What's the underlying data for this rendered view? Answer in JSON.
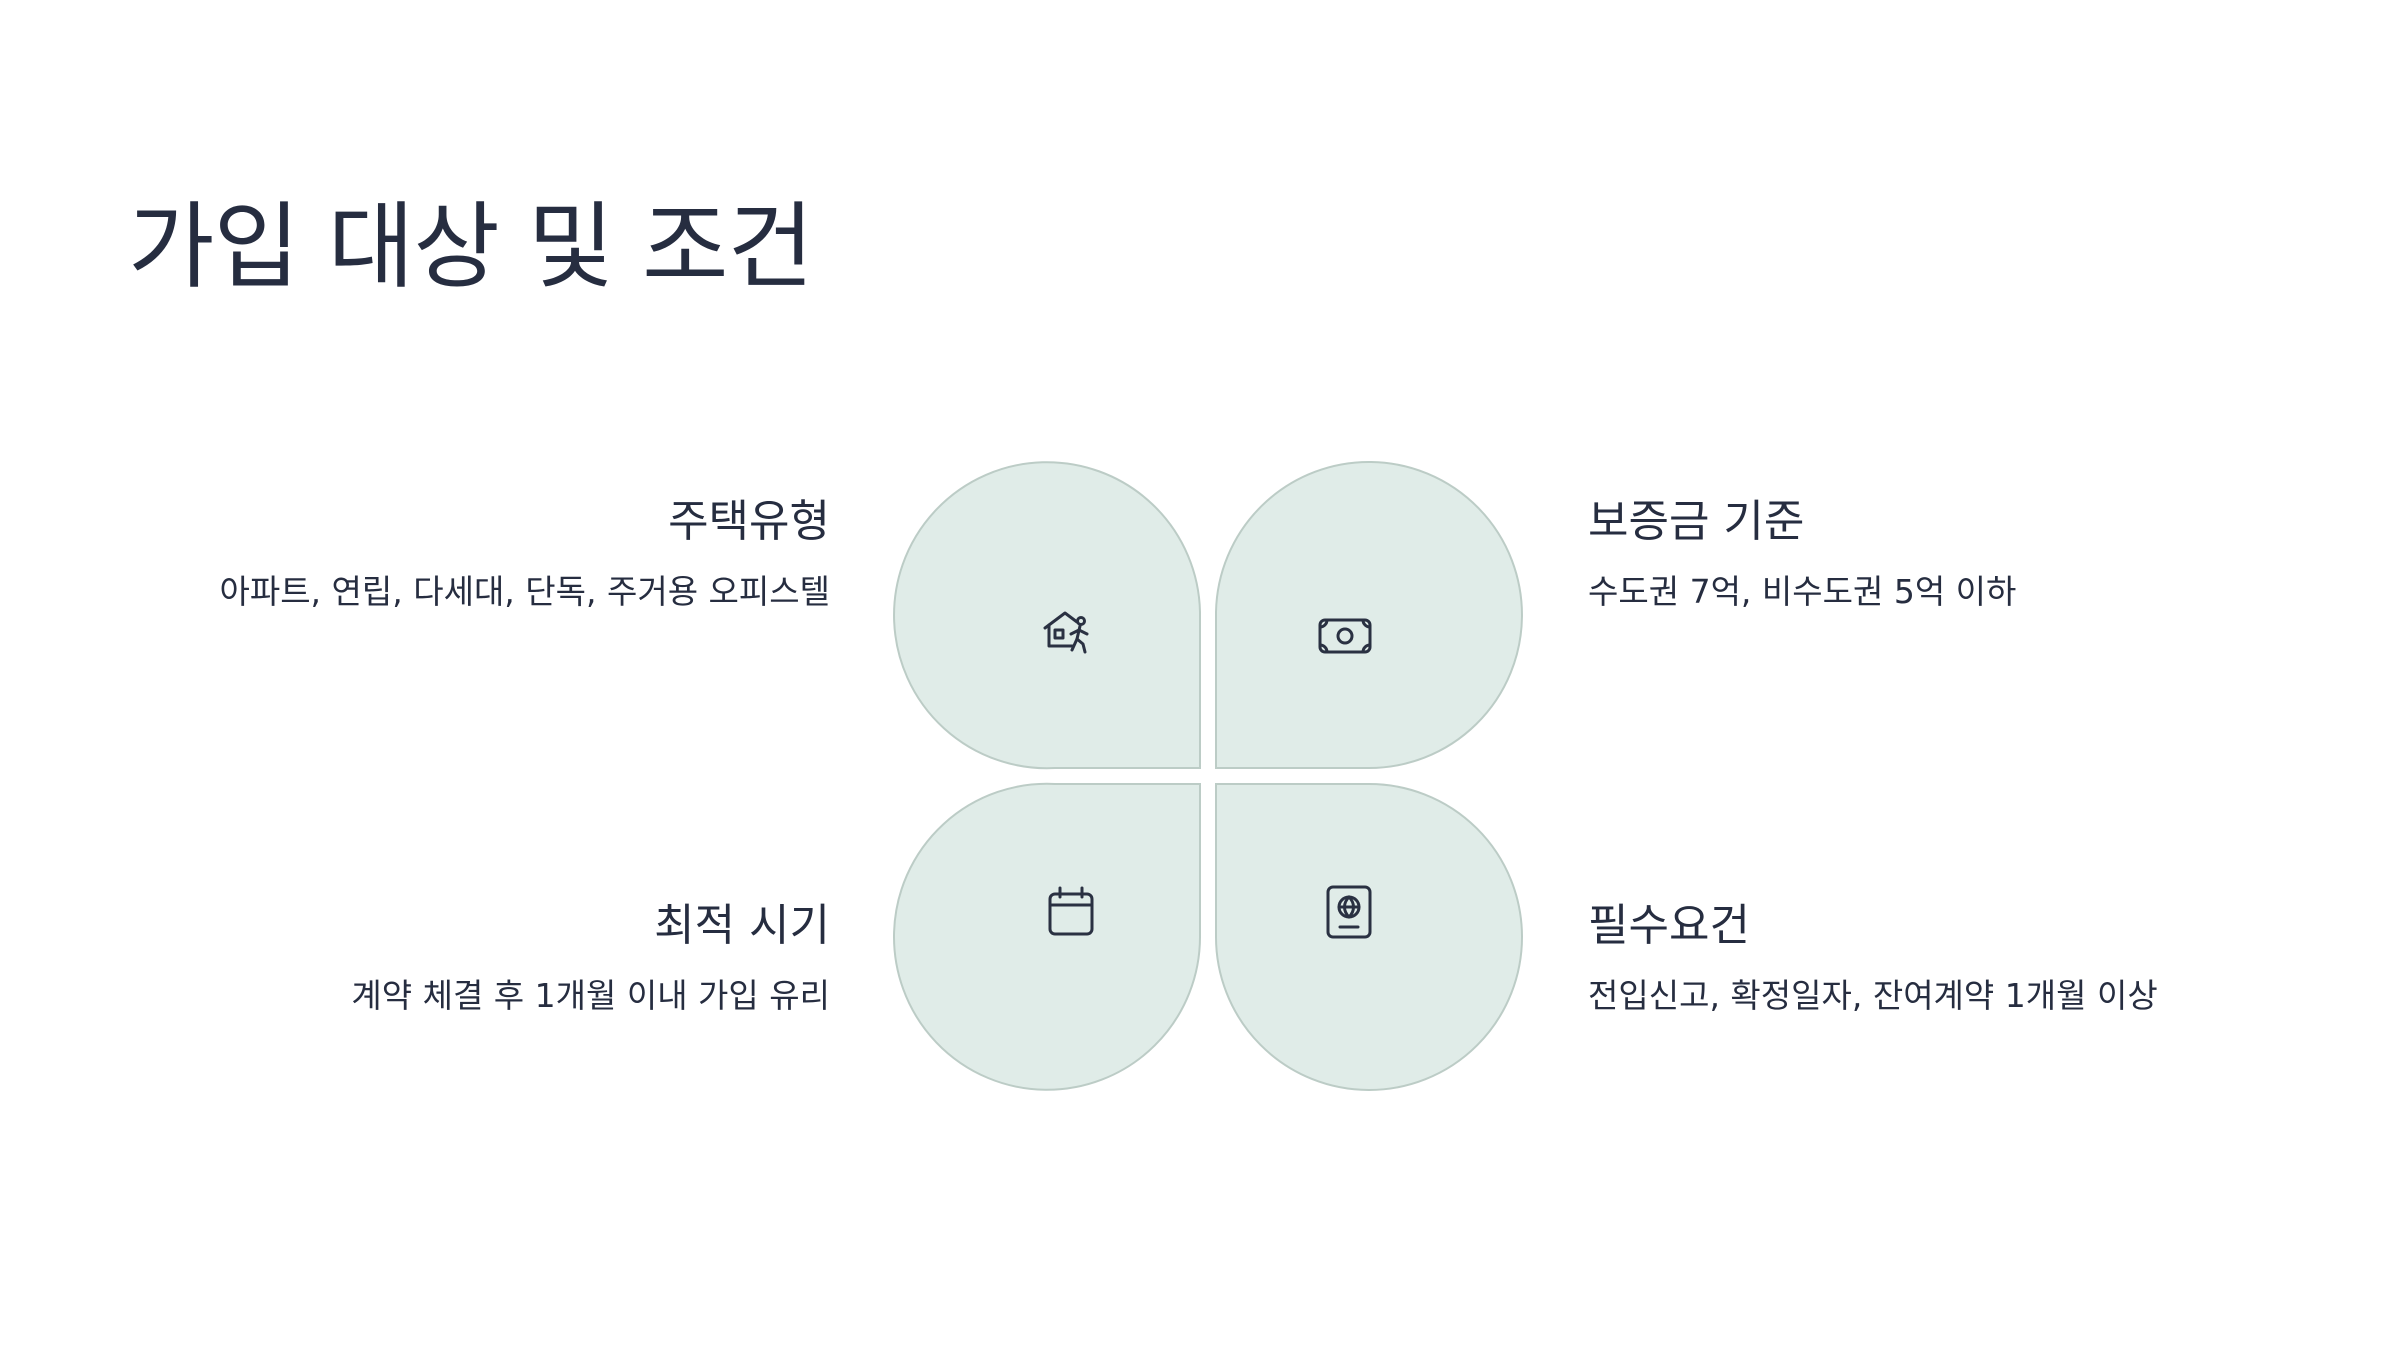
{
  "title": "가입 대상 및 조건",
  "colors": {
    "petal_fill": "#e0ece8",
    "petal_stroke": "#bcccc6",
    "text": "#262d40",
    "icon": "#2a3142"
  },
  "items": [
    {
      "position": "top-left",
      "icon": "house-person-icon",
      "heading": "주택유형",
      "description": "아파트, 연립, 다세대, 단독, 주거용 오피스텔"
    },
    {
      "position": "top-right",
      "icon": "banknote-icon",
      "heading": "보증금 기준",
      "description": "수도권 7억, 비수도권 5억 이하"
    },
    {
      "position": "bottom-left",
      "icon": "calendar-icon",
      "heading": "최적 시기",
      "description": "계약 체결 후 1개월 이내 가입 유리"
    },
    {
      "position": "bottom-right",
      "icon": "passport-icon",
      "heading": "필수요건",
      "description": "전입신고, 확정일자, 잔여계약 1개월 이상"
    }
  ]
}
